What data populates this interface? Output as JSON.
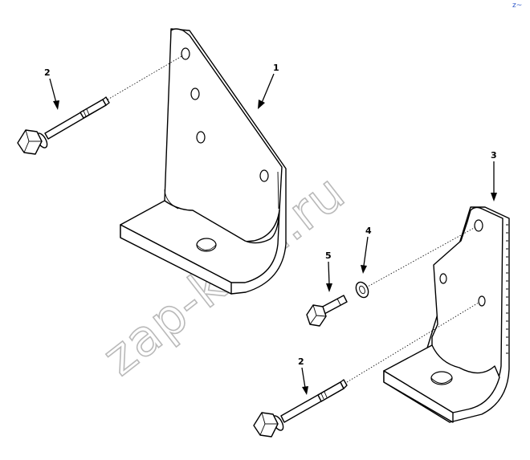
{
  "callouts": {
    "bracket_left": "1",
    "bolt_long_left": "2",
    "bracket_right": "3",
    "washer": "4",
    "bolt_short": "5",
    "bolt_long_bottom": "2"
  },
  "watermark": "zap-kam.ru",
  "corner_mark": "z~",
  "icons": [
    "bracket-1-icon",
    "bracket-3-icon",
    "long-bolt-icon",
    "short-bolt-icon",
    "washer-icon"
  ]
}
